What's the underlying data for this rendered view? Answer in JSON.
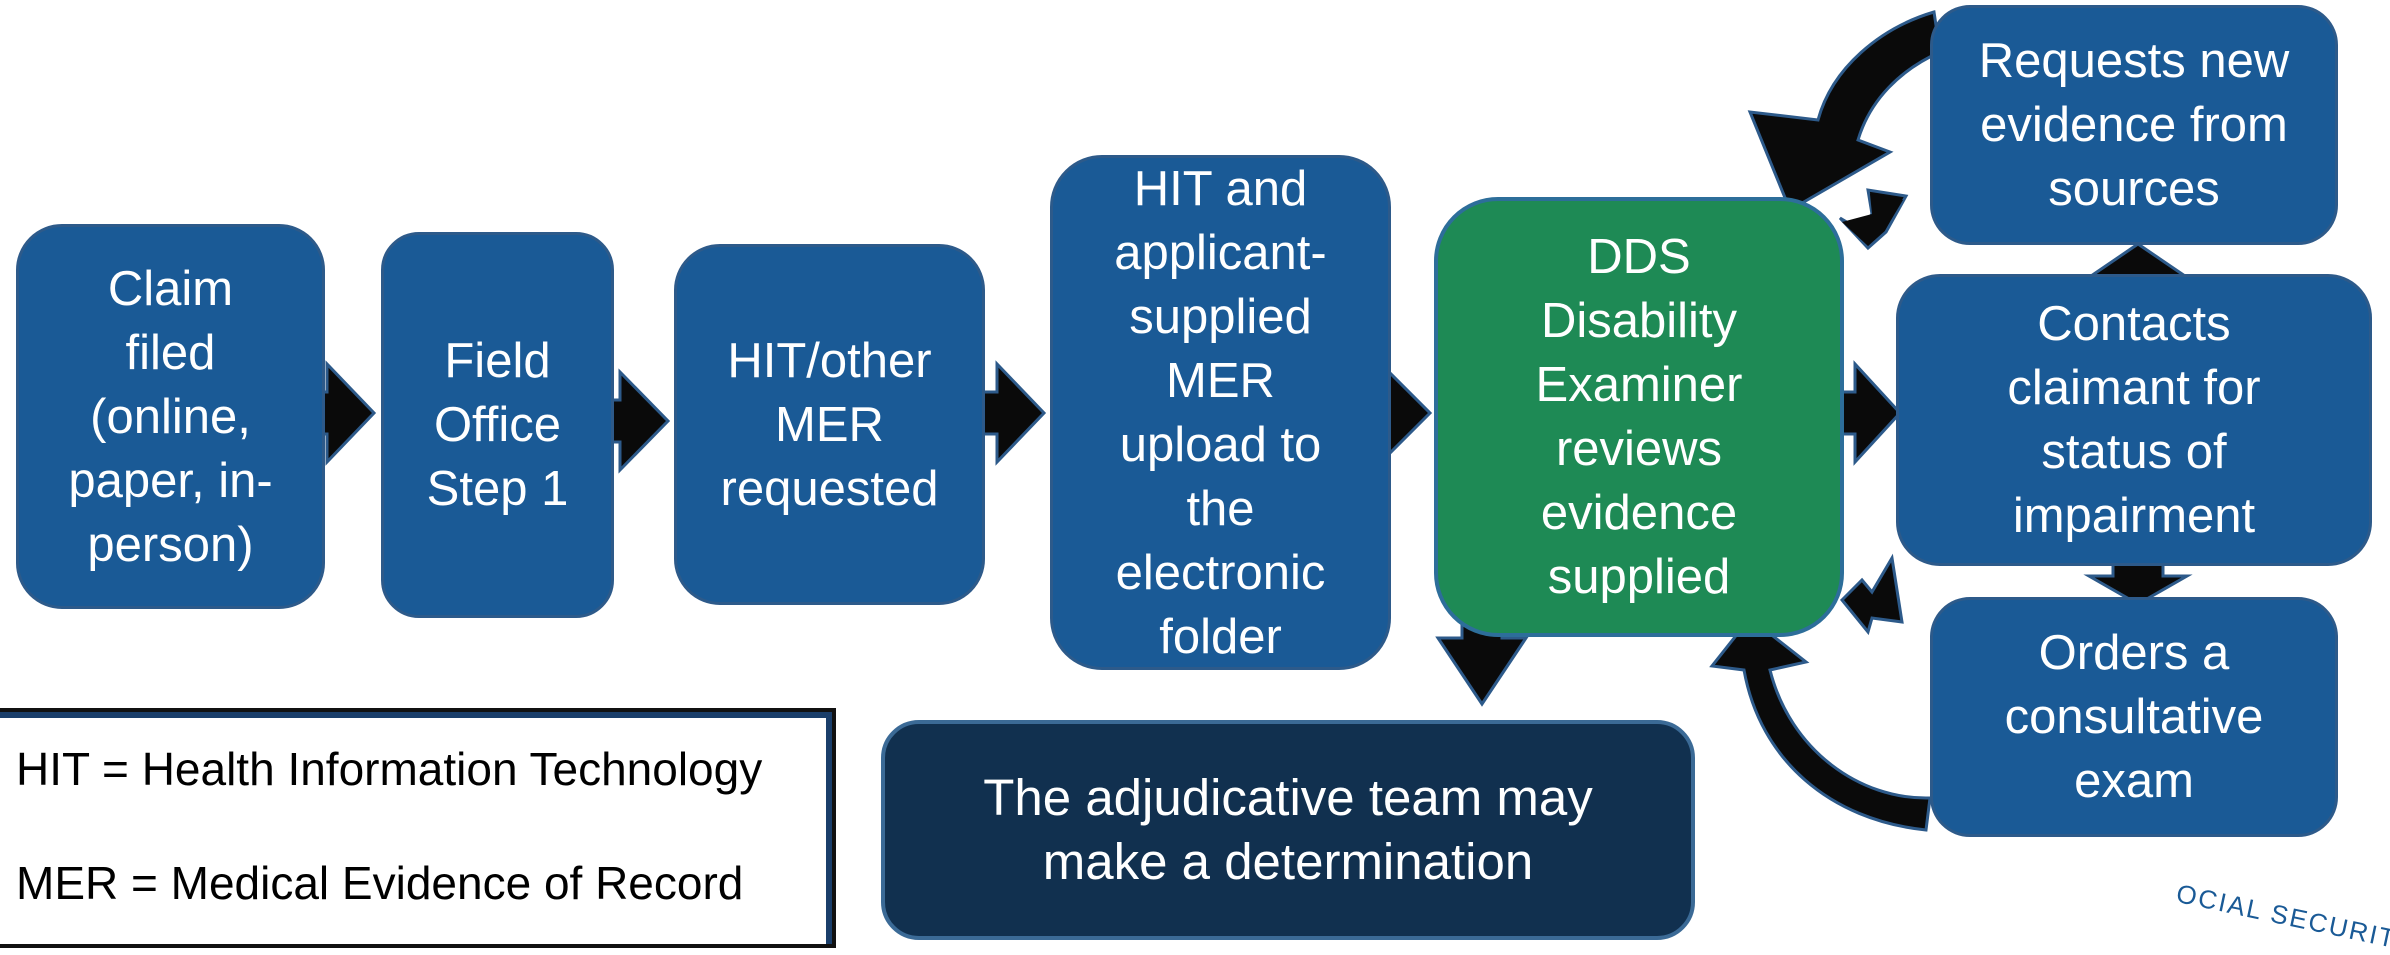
{
  "flow": {
    "claim": "Claim\nfiled\n(online,\npaper, in-\nperson)",
    "field_office": "Field\nOffice\nStep 1",
    "hit_requested": "HIT/other\nMER\nrequested",
    "upload": "HIT and\napplicant-\nsupplied\nMER\nupload to\nthe\nelectronic\nfolder",
    "dds_review": "DDS\nDisability\nExaminer\nreviews\nevidence\nsupplied",
    "requests_evidence": "Requests new\nevidence from\nsources",
    "contacts_claimant": "Contacts\nclaimant for\nstatus of\nimpairment",
    "orders_exam": "Orders a\nconsultative\nexam",
    "adjudicative_team": "The adjudicative team may\nmake a determination"
  },
  "legend": {
    "hit_definition": "HIT = Health Information Technology",
    "mer_definition": "MER = Medical Evidence of Record"
  },
  "seal_text": "OCIAL SECURIT",
  "colors": {
    "process_blue": "#1a5a96",
    "dds_green": "#1e8a55",
    "determination_navy": "#11304f",
    "arrow": "#0a0a0a"
  }
}
